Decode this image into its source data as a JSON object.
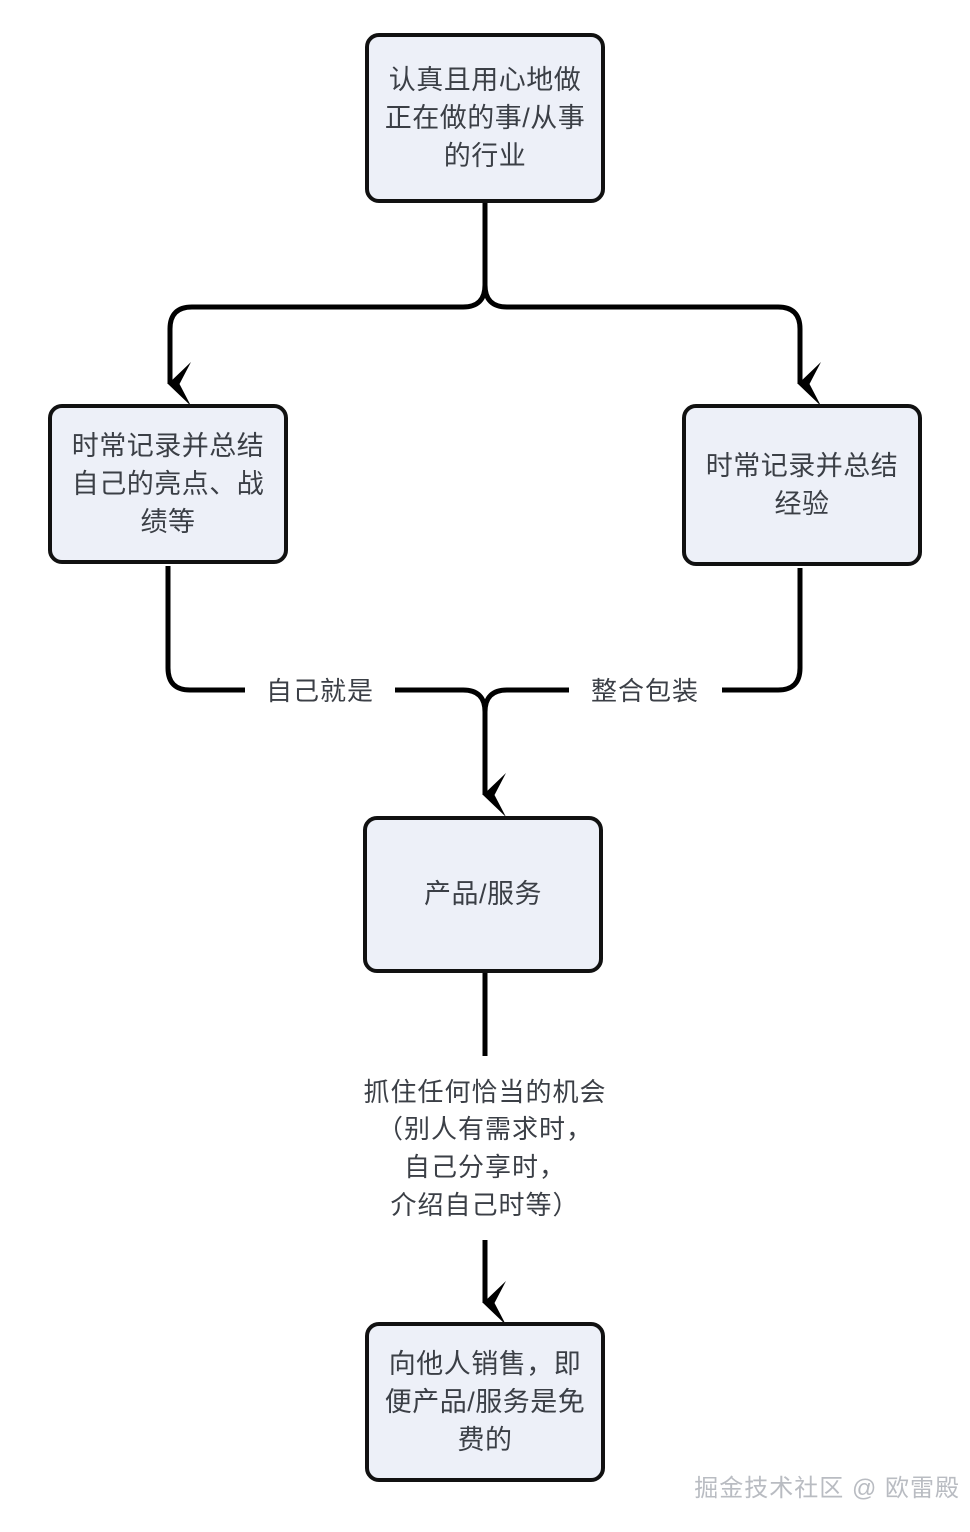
{
  "diagram": {
    "type": "flowchart",
    "direction": "top-to-bottom",
    "background_color": "#ffffff",
    "node_fill_color": "#edf0f8",
    "node_border_color": "#111111",
    "node_text_color": "#3b3f46",
    "edge_color": "#000000",
    "nodes": [
      {
        "id": "top",
        "text": "认真且用心地做\n正在做的事/从事\n的行业"
      },
      {
        "id": "left",
        "text": "时常记录并总结\n自己的亮点、战\n绩等"
      },
      {
        "id": "right",
        "text": "时常记录并总结\n经验"
      },
      {
        "id": "product",
        "text": "产品/服务"
      },
      {
        "id": "sell",
        "text": "向他人销售，即\n便产品/服务是免\n费的"
      }
    ],
    "edge_labels": [
      {
        "id": "self",
        "text": "自己就是"
      },
      {
        "id": "package",
        "text": "整合包装"
      },
      {
        "id": "chance",
        "text": "抓住任何恰当的机会\n（别人有需求时，\n自己分享时，\n介绍自己时等）"
      }
    ],
    "edges": [
      {
        "from": "top",
        "to": "left",
        "label": ""
      },
      {
        "from": "top",
        "to": "right",
        "label": ""
      },
      {
        "from": "left",
        "to": "product",
        "label": "自己就是"
      },
      {
        "from": "right",
        "to": "product",
        "label": "整合包装"
      },
      {
        "from": "product",
        "to": "sell",
        "label": "抓住任何恰当的机会（别人有需求时，自己分享时，介绍自己时等）"
      }
    ]
  },
  "watermark": {
    "text": "掘金技术社区 @ 欧雷殿",
    "color": "#b9bcc2"
  }
}
